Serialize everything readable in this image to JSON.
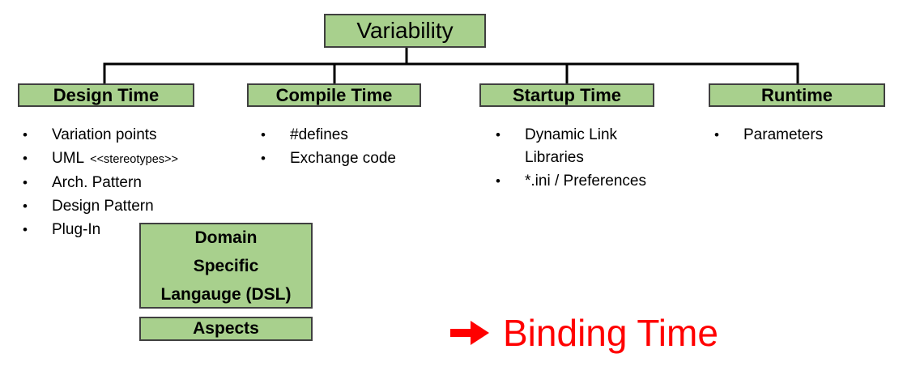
{
  "diagram": {
    "root": {
      "label": "Variability"
    },
    "bullet_glyph": "•",
    "branches": [
      {
        "header": "Design Time",
        "items": [
          {
            "text": "Variation points"
          },
          {
            "text": "UML",
            "annotation": "<<stereotypes>>"
          },
          {
            "text": "Arch. Pattern"
          },
          {
            "text": "Design Pattern"
          },
          {
            "text": "Plug-In"
          }
        ]
      },
      {
        "header": "Compile Time",
        "items": [
          {
            "text": "#defines"
          },
          {
            "text": "Exchange code"
          }
        ]
      },
      {
        "header": "Startup Time",
        "items": [
          {
            "text": "Dynamic Link\nLibraries"
          },
          {
            "text": "*.ini / Preferences"
          }
        ]
      },
      {
        "header": "Runtime",
        "items": [
          {
            "text": "Parameters"
          }
        ]
      }
    ],
    "dsl_box": {
      "lines": [
        "Domain",
        "Specific",
        "Langauge (DSL)"
      ]
    },
    "aspects_box": {
      "label": "Aspects"
    },
    "annotation": {
      "icon": "right-arrow-icon",
      "label": "Binding Time"
    }
  },
  "colors": {
    "box_fill": "#a8d08d",
    "box_border": "#404040",
    "connector": "#000000",
    "annotation_red": "#ff0000",
    "text": "#000000"
  }
}
